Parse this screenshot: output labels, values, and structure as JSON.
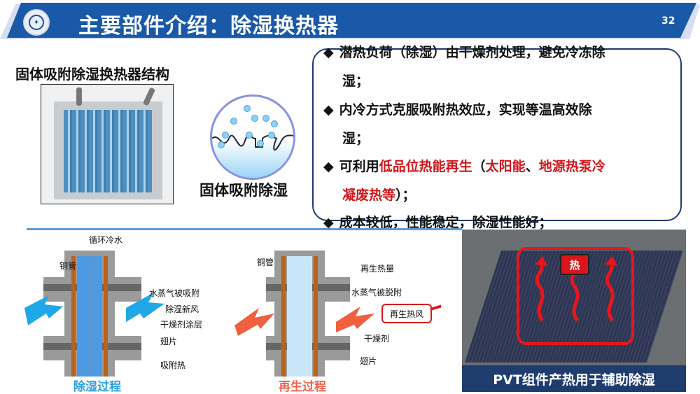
{
  "header": {
    "title": "主要部件介绍：除湿换热器",
    "page_number": "32",
    "colors": {
      "banner": "#1a59a8",
      "banner_light": "#d5dff0"
    }
  },
  "left": {
    "structure_title": "固体吸附除湿换热器结构",
    "adsorption_label": "固体吸附除湿"
  },
  "bullets": [
    {
      "parts": [
        {
          "text": "潜热负荷（除湿）由干燥剂处理，避免冷冻除",
          "red": false
        }
      ],
      "line2": "湿；"
    },
    {
      "parts": [
        {
          "text": "内冷方式克服吸附热效应，实现等温高效除",
          "red": false
        }
      ],
      "line2": "湿；"
    },
    {
      "parts": [
        {
          "text": "可利用",
          "red": false
        },
        {
          "text": "低品位热能再生",
          "red": true
        },
        {
          "text": "（",
          "red": false
        },
        {
          "text": "太阳能",
          "red": true
        },
        {
          "text": "、",
          "red": false
        },
        {
          "text": "地源热泵冷",
          "red": true
        }
      ],
      "line2_red": "凝废热等",
      "line2_black": "）；"
    },
    {
      "parts": [
        {
          "text": "成本较低，性能稳定，除湿性能好；",
          "red": false
        }
      ]
    }
  ],
  "bullet_marker": "◆",
  "dehumid_diagram": {
    "labels": {
      "cooling_water": "循环冷水",
      "copper_tube": "铜管",
      "vapor_adsorbed": "水蒸气被吸附",
      "dry_air": "除湿新风",
      "desiccant_coating": "干燥剂涂层",
      "fin": "翅片",
      "adsorption_heat": "吸附热"
    },
    "process_label": "除湿过程"
  },
  "regen_diagram": {
    "labels": {
      "copper_tube": "铜管",
      "regen_heat": "再生热量",
      "vapor_desorbed": "水蒸气被脱附",
      "hot_air": "再生热风",
      "desiccant": "干燥剂",
      "fin": "翅片"
    },
    "process_label": "再生过程"
  },
  "pvt": {
    "hot_badge": "热",
    "caption": "PVT组件产热用于辅助除湿"
  }
}
